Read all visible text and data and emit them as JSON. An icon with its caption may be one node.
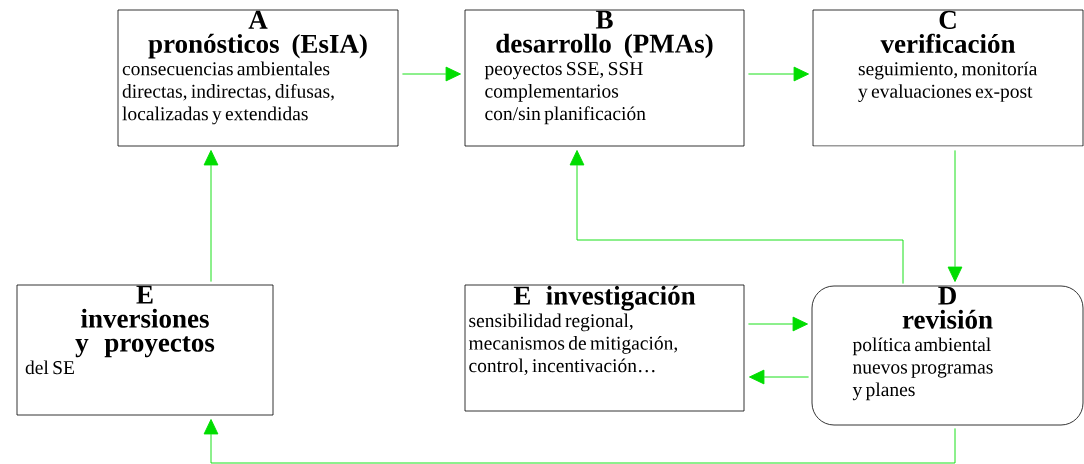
{
  "diagram": {
    "nodes": [
      {
        "text": [
          "A",
          "pronósticos (EsIA)",
          "consecuencias ambientales directas, indirectas, difusas, localizadas y extendidas"
        ]
      },
      {
        "text": [
          "B",
          "desarrollo (PMAs)",
          "peoyectos SSE, SSH complementarios con/sin planificación"
        ]
      },
      {
        "text": [
          "C",
          "verificación",
          "seguimiento, monitoría y evaluaciones ex-post"
        ]
      },
      {
        "text": [
          "E",
          "inversiones y proyectos",
          "del SE"
        ]
      },
      {
        "text": [
          "E investigación",
          "sensibilidad regional, mecanismos de mitigación, control, incentivación…"
        ]
      },
      {
        "text": [
          "D",
          "revisión",
          "política ambiental nuevos programas y planes"
        ]
      }
    ],
    "edges": [
      {
        "from": 0,
        "to": 1,
        "arrow": "to"
      },
      {
        "from": 1,
        "to": 2,
        "arrow": "to"
      },
      {
        "from": 2,
        "to": 5,
        "arrow": "to"
      },
      {
        "from": 5,
        "to": 1,
        "arrow": "to"
      },
      {
        "from": 3,
        "to": 0,
        "arrow": "to"
      },
      {
        "from": 4,
        "to": 5,
        "arrow": "to"
      },
      {
        "from": 5,
        "to": 4,
        "arrow": "to"
      },
      {
        "from": 5,
        "to": 3,
        "arrow": "to"
      }
    ]
  }
}
